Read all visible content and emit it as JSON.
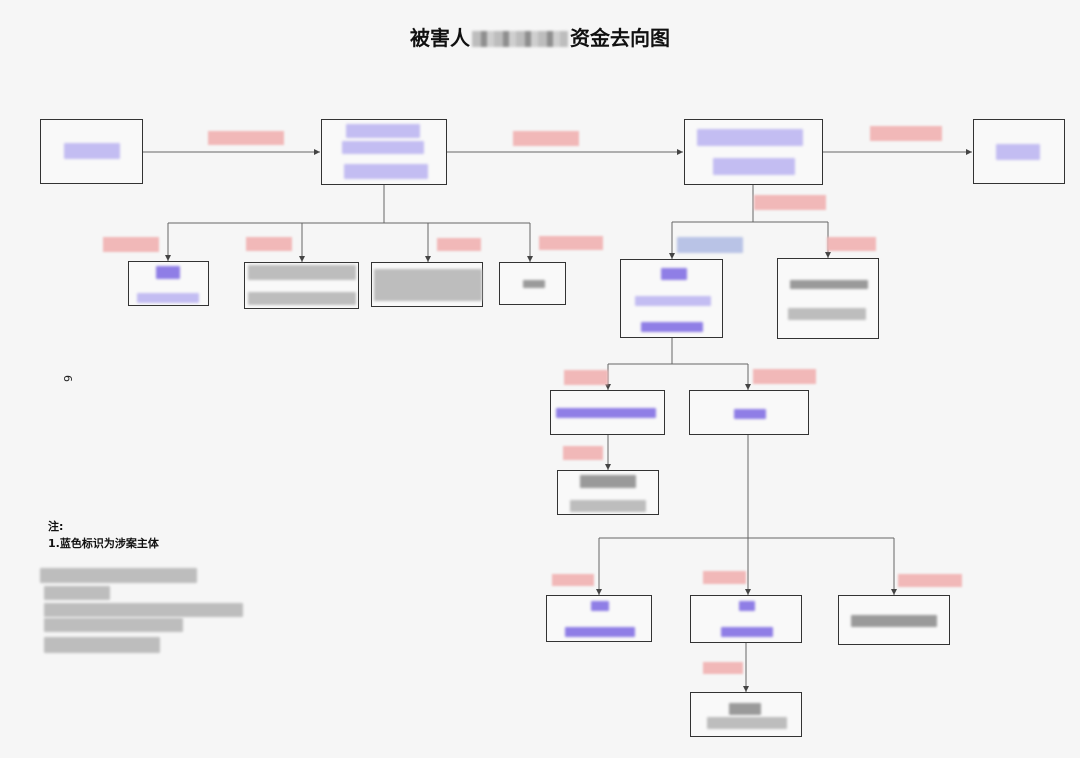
{
  "title": {
    "prefix": "被害人",
    "suffix": "资金去向图"
  },
  "stray_mark": "6",
  "note": {
    "heading": "注:",
    "line1": "1.蓝色标识为涉案主体"
  }
}
